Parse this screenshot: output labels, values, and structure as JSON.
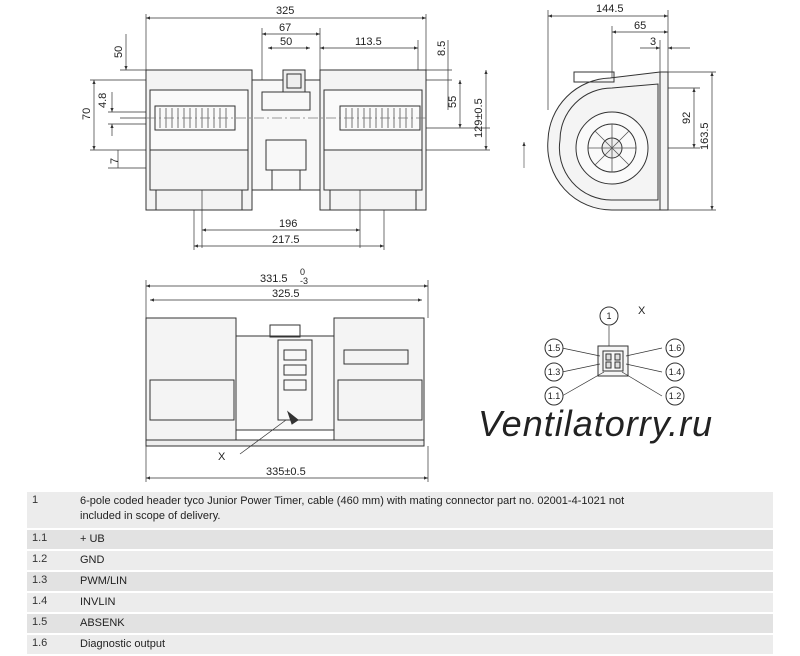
{
  "top_view": {
    "dims": {
      "overall_width": "325",
      "d67": "67",
      "d50_top": "50",
      "d113_5": "113.5",
      "d8_5": "8.5",
      "d50_left": "50",
      "d70": "70",
      "d4_8": "4.8",
      "d55": "55",
      "d129": "129±0.5",
      "d7": "7",
      "d196": "196",
      "d217_5": "217.5"
    }
  },
  "side_view": {
    "dims": {
      "d144_5": "144.5",
      "d65": "65",
      "d3": "3",
      "d92": "92",
      "d163_5": "163.5"
    }
  },
  "bottom_view": {
    "dims": {
      "d331_5": "331.5",
      "tol_upper": "0",
      "tol_lower": "-3",
      "d325_5": "325.5",
      "d335": "335±0.5"
    },
    "x_label": "X"
  },
  "connector": {
    "view_label": "X",
    "callouts": [
      "1",
      "1.5",
      "1.3",
      "1.1",
      "1.6",
      "1.4",
      "1.2"
    ]
  },
  "watermark": "Ventilatorry.ru",
  "pin_table": [
    {
      "num": "1",
      "desc": "6-pole coded header tyco Junior Power Timer, cable (460 mm) with mating connector part no. 02001-4-1021 not included in scope of delivery."
    },
    {
      "num": "1.1",
      "desc": "+ UB"
    },
    {
      "num": "1.2",
      "desc": "GND"
    },
    {
      "num": "1.3",
      "desc": "PWM/LIN"
    },
    {
      "num": "1.4",
      "desc": "INVLIN"
    },
    {
      "num": "1.5",
      "desc": "ABSENK"
    },
    {
      "num": "1.6",
      "desc": "Diagnostic output"
    }
  ],
  "colors": {
    "line": "#333333",
    "housing": "#f2f2f2",
    "row_light": "#ececec",
    "row_dark": "#e2e2e2",
    "watermark": "#d4d4d4"
  }
}
